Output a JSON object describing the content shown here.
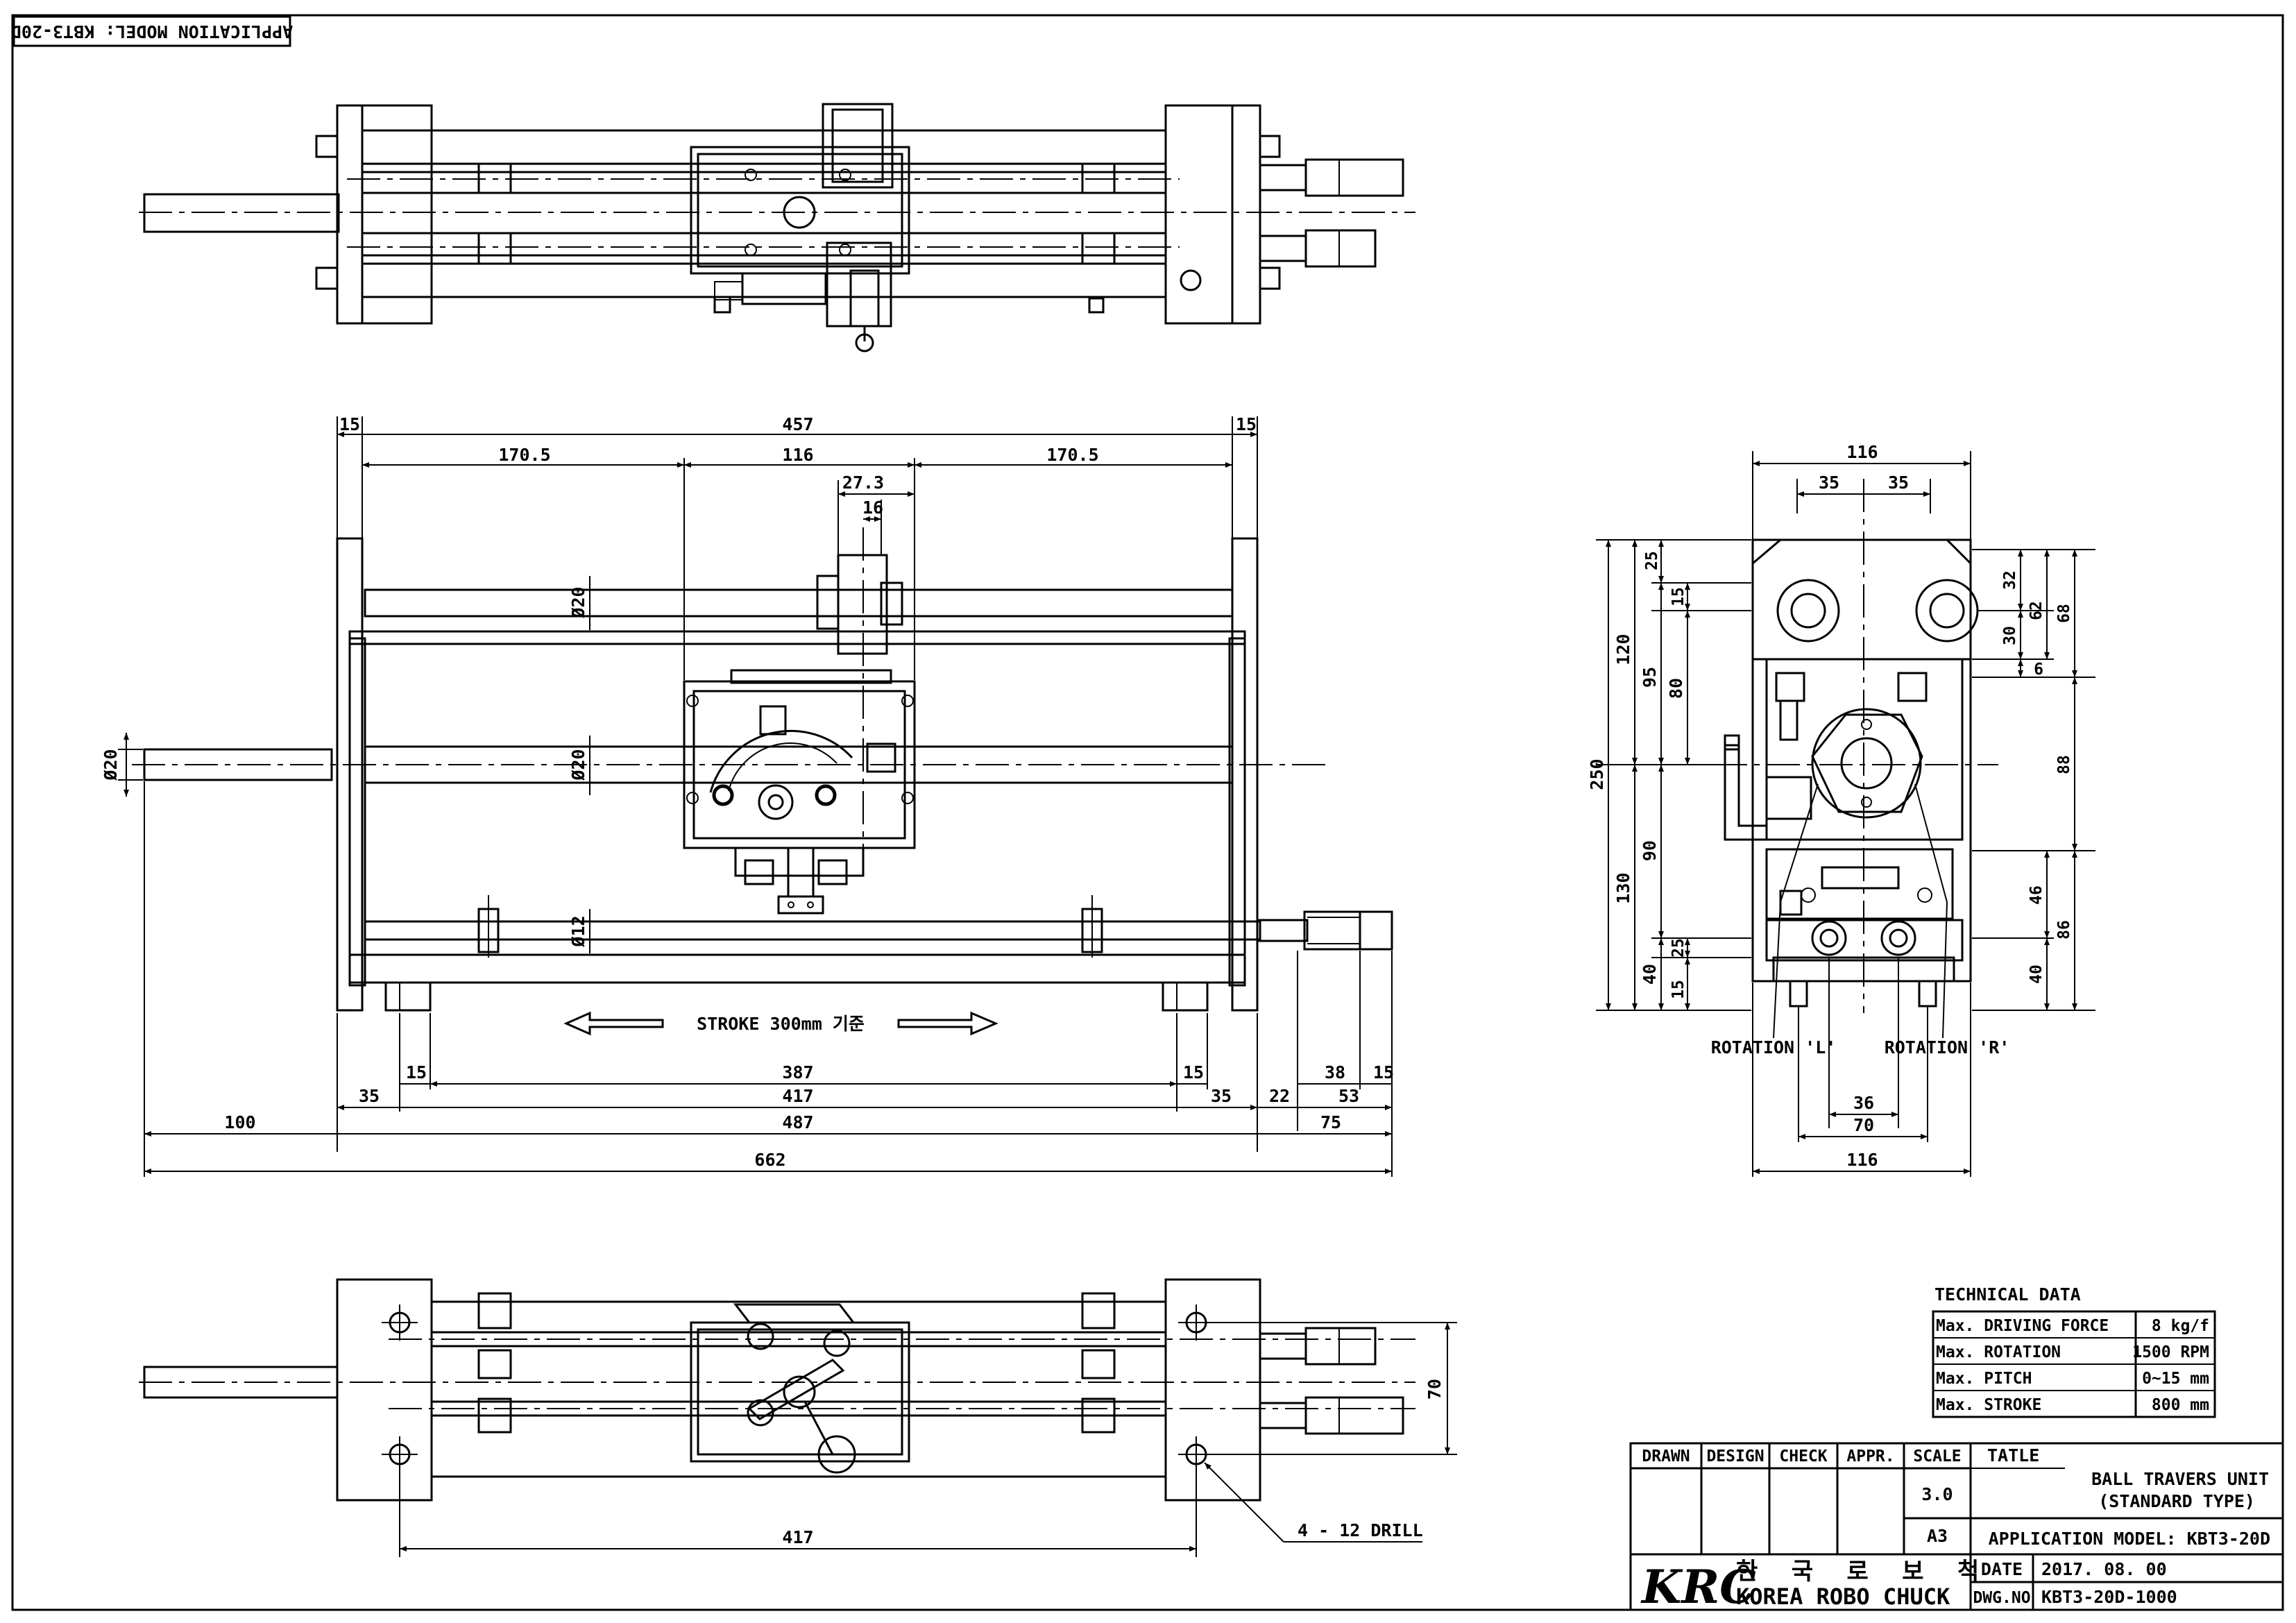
{
  "sheet": {
    "model_tag": "APPLICATION MODEL: KBT3-20D"
  },
  "front_view": {
    "dims": {
      "left_flange": "15",
      "overall_top": "457",
      "right_flange": "15",
      "seg_left": "170.5",
      "seg_mid": "116",
      "seg_right": "170.5",
      "knob_offset": "27.3",
      "knob_width": "16",
      "dia_upper_rod": "Ø20",
      "dia_main_rod": "Ø20",
      "dia_lower_rod": "Ø12",
      "dia_shaft": "Ø20",
      "foot_left_15": "15",
      "span_387": "387",
      "foot_right_15": "15",
      "end_15": "15",
      "d_38": "38",
      "d_35_left": "35",
      "span_417": "417",
      "d_35_right": "35",
      "d_22": "22",
      "d_53": "53",
      "shaft_100": "100",
      "body_487": "487",
      "end_75": "75",
      "overall_662": "662"
    },
    "stroke_label": "STROKE 300mm 기준"
  },
  "side_view": {
    "dims": {
      "top_116": "116",
      "half_left_35": "35",
      "half_right_35": "35",
      "h_25_top": "25",
      "h_15_top": "15",
      "h_120": "120",
      "h_95": "95",
      "h_80": "80",
      "h_250": "250",
      "h_90": "90",
      "h_130": "130",
      "h_40_left": "40",
      "h_25_bot": "25",
      "h_15_bot": "15",
      "r_32": "32",
      "r_62": "62",
      "r_68": "68",
      "r_30": "30",
      "r_6": "6",
      "r_88": "88",
      "r_46": "46",
      "r_86": "86",
      "r_40": "40",
      "b_36": "36",
      "b_70": "70",
      "bottom_116": "116"
    },
    "rotation_left": "ROTATION 'L'",
    "rotation_right": "ROTATION 'R'"
  },
  "bottom_view": {
    "dims": {
      "height_70": "70",
      "span_417": "417"
    },
    "drill_note": "4 - 12 DRILL"
  },
  "technical_data": {
    "title": "TECHNICAL DATA",
    "rows": [
      {
        "label": "Max. DRIVING FORCE",
        "value": "8 kg/f"
      },
      {
        "label": "Max. ROTATION",
        "value": "1500 RPM"
      },
      {
        "label": "Max. PITCH",
        "value": "0~15 mm"
      },
      {
        "label": "Max. STROKE",
        "value": "800 mm"
      }
    ]
  },
  "title_block": {
    "headers": [
      "DRAWN",
      "DESIGN",
      "CHECK",
      "APPR.",
      "SCALE"
    ],
    "scale_value": "3.0",
    "paper_size": "A3",
    "title_label": "TATLE",
    "product_line1": "BALL TRAVERS UNIT",
    "product_line2": "(STANDARD TYPE)",
    "application_model": "APPLICATION MODEL: KBT3-20D",
    "logo": "KRC",
    "company_korean": "한 국 로 보 척",
    "company_english": "KOREA ROBO CHUCK",
    "date_label": "DATE",
    "date_value": "2017. 08. 00",
    "dwg_label": "DWG.NO",
    "dwg_value": "KBT3-20D-1000"
  }
}
